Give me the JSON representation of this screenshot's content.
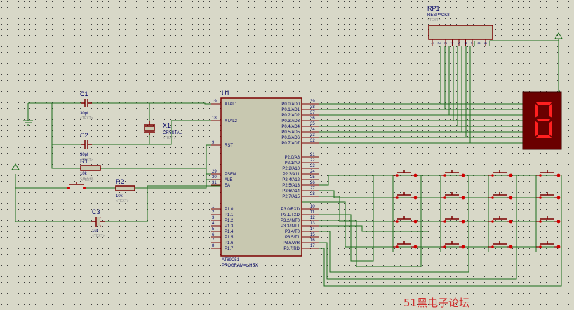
{
  "rp1": {
    "ref": "RP1",
    "value": "RESPACK8",
    "text": "<TEXT>",
    "pin_labels": [
      "1",
      "2",
      "3",
      "4",
      "5",
      "6",
      "7",
      "8",
      "9"
    ]
  },
  "u1": {
    "ref": "U1",
    "part": "AT89C51",
    "program": "PROGRAM=c.HEX",
    "left_pins": [
      {
        "num": "19",
        "name": "XTAL1"
      },
      {
        "num": "18",
        "name": "XTAL2"
      },
      {
        "num": "9",
        "name": "RST"
      },
      {
        "num": "29",
        "name": "PSEN"
      },
      {
        "num": "30",
        "name": "ALE"
      },
      {
        "num": "31",
        "name": "EA"
      },
      {
        "num": "1",
        "name": "P1.0"
      },
      {
        "num": "2",
        "name": "P1.1"
      },
      {
        "num": "3",
        "name": "P1.2"
      },
      {
        "num": "4",
        "name": "P1.3"
      },
      {
        "num": "5",
        "name": "P1.4"
      },
      {
        "num": "6",
        "name": "P1.5"
      },
      {
        "num": "7",
        "name": "P1.6"
      },
      {
        "num": "8",
        "name": "P1.7"
      }
    ],
    "right_pins_p0": [
      {
        "num": "39",
        "name": "P0.0/AD0"
      },
      {
        "num": "38",
        "name": "P0.1/AD1"
      },
      {
        "num": "37",
        "name": "P0.2/AD2"
      },
      {
        "num": "36",
        "name": "P0.3/AD3"
      },
      {
        "num": "35",
        "name": "P0.4/AD4"
      },
      {
        "num": "34",
        "name": "P0.5/AD5"
      },
      {
        "num": "33",
        "name": "P0.6/AD6"
      },
      {
        "num": "32",
        "name": "P0.7/AD7"
      }
    ],
    "right_pins_p2": [
      {
        "num": "21",
        "name": "P2.0/A8"
      },
      {
        "num": "22",
        "name": "P2.1/A9"
      },
      {
        "num": "23",
        "name": "P2.2/A10"
      },
      {
        "num": "24",
        "name": "P2.3/A11"
      },
      {
        "num": "25",
        "name": "P2.4/A12"
      },
      {
        "num": "26",
        "name": "P2.5/A13"
      },
      {
        "num": "27",
        "name": "P2.6/A14"
      },
      {
        "num": "28",
        "name": "P2.7/A15"
      }
    ],
    "right_pins_p3": [
      {
        "num": "10",
        "name": "P3.0/RXD"
      },
      {
        "num": "11",
        "name": "P3.1/TXD"
      },
      {
        "num": "12",
        "name": "P3.2/INT0"
      },
      {
        "num": "13",
        "name": "P3.3/INT1"
      },
      {
        "num": "14",
        "name": "P3.4/T0"
      },
      {
        "num": "15",
        "name": "P3.5/T1"
      },
      {
        "num": "16",
        "name": "P3.6/WR"
      },
      {
        "num": "17",
        "name": "P3.7/RD"
      }
    ]
  },
  "c1": {
    "ref": "C1",
    "value": "30pf",
    "text": "<TEXT>"
  },
  "c2": {
    "ref": "C2",
    "value": "30pf",
    "text": "<TEXT>"
  },
  "c3": {
    "ref": "C3",
    "value": "1uf",
    "text": "<TEXT>"
  },
  "x1": {
    "ref": "X1",
    "value": "CRYSTAL",
    "text": "<TEXT>"
  },
  "r1": {
    "ref": "R1",
    "value": "10k",
    "text": "<TEXT>"
  },
  "r2": {
    "ref": "R2",
    "value": "10k",
    "text": "<TEXT>"
  },
  "button_text": "<TEXT>",
  "display_digit": "8",
  "watermark": "51黑电子论坛",
  "colors": {
    "background": "#d8d8c8",
    "grid_dot": "#303030",
    "wire": "#1a6b1a",
    "component_line": "#7a0000",
    "chip_fill": "#c8c8b0",
    "text": "#000066",
    "display_body": "#6a0000",
    "display_segment": "#ff2020",
    "pin_dot": "#d00000",
    "watermark": "#d03030"
  }
}
